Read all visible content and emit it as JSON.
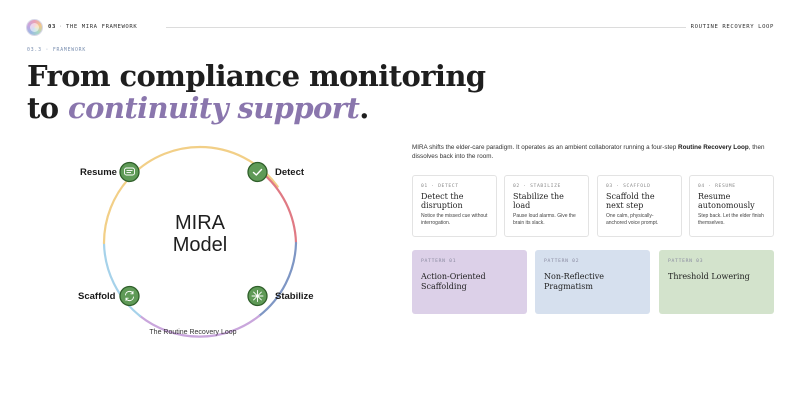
{
  "colors": {
    "accent_purple": "#8a76ad",
    "node_green": "#5f9a57",
    "node_green_border": "#2f5f2a",
    "pattern_1_bg": "#dcd0e8",
    "pattern_2_bg": "#d6e0ee",
    "pattern_3_bg": "#d3e3cc"
  },
  "header": {
    "section_number": "03",
    "section_name": "THE MIRA FRAMEWORK",
    "right_label": "ROUTINE RECOVERY LOOP",
    "logo_icon": "gradient-ring-logo"
  },
  "eyebrow": "03.3 · FRAMEWORK",
  "headline": {
    "line1": "From compliance monitoring",
    "line2_prefix": "to ",
    "line2_emphasis": "continuity support",
    "line2_suffix": "."
  },
  "diagram": {
    "center_line1": "MIRA",
    "center_line2": "Model",
    "caption": "The Routine Recovery Loop",
    "ring_colors": [
      "#e07a84",
      "#7e96c4",
      "#c9a6dc",
      "#a6d2ea",
      "#f2cf87"
    ],
    "nodes": [
      {
        "label": "Resume",
        "icon": "chat-bubble-icon"
      },
      {
        "label": "Detect",
        "icon": "check-icon"
      },
      {
        "label": "Stabilize",
        "icon": "sparkle-icon"
      },
      {
        "label": "Scaffold",
        "icon": "cycle-arrows-icon"
      }
    ]
  },
  "intro": {
    "before": "MIRA shifts the elder-care paradigm. It operates as an ambient collaborator running a four-step ",
    "strong": "Routine Recovery Loop",
    "after": ", then dissolves back into the room."
  },
  "steps": [
    {
      "eyebrow": "01 · DETECT",
      "title": "Detect the disruption",
      "desc": "Notice the missed cue without interrogation."
    },
    {
      "eyebrow": "02 · STABILIZE",
      "title": "Stabilize the load",
      "desc": "Pause loud alarms. Give the brain its slack."
    },
    {
      "eyebrow": "03 · SCAFFOLD",
      "title": "Scaffold the next step",
      "desc": "One calm, physically-anchored voice prompt."
    },
    {
      "eyebrow": "04 · RESUME",
      "title": "Resume autonomously",
      "desc": "Step back. Let the elder finish themselves."
    }
  ],
  "patterns": [
    {
      "eyebrow": "PATTERN 01",
      "title": "Action-Oriented Scaffolding"
    },
    {
      "eyebrow": "PATTERN 02",
      "title": "Non-Reflective Pragmatism"
    },
    {
      "eyebrow": "PATTERN 03",
      "title": "Threshold Lowering"
    }
  ]
}
